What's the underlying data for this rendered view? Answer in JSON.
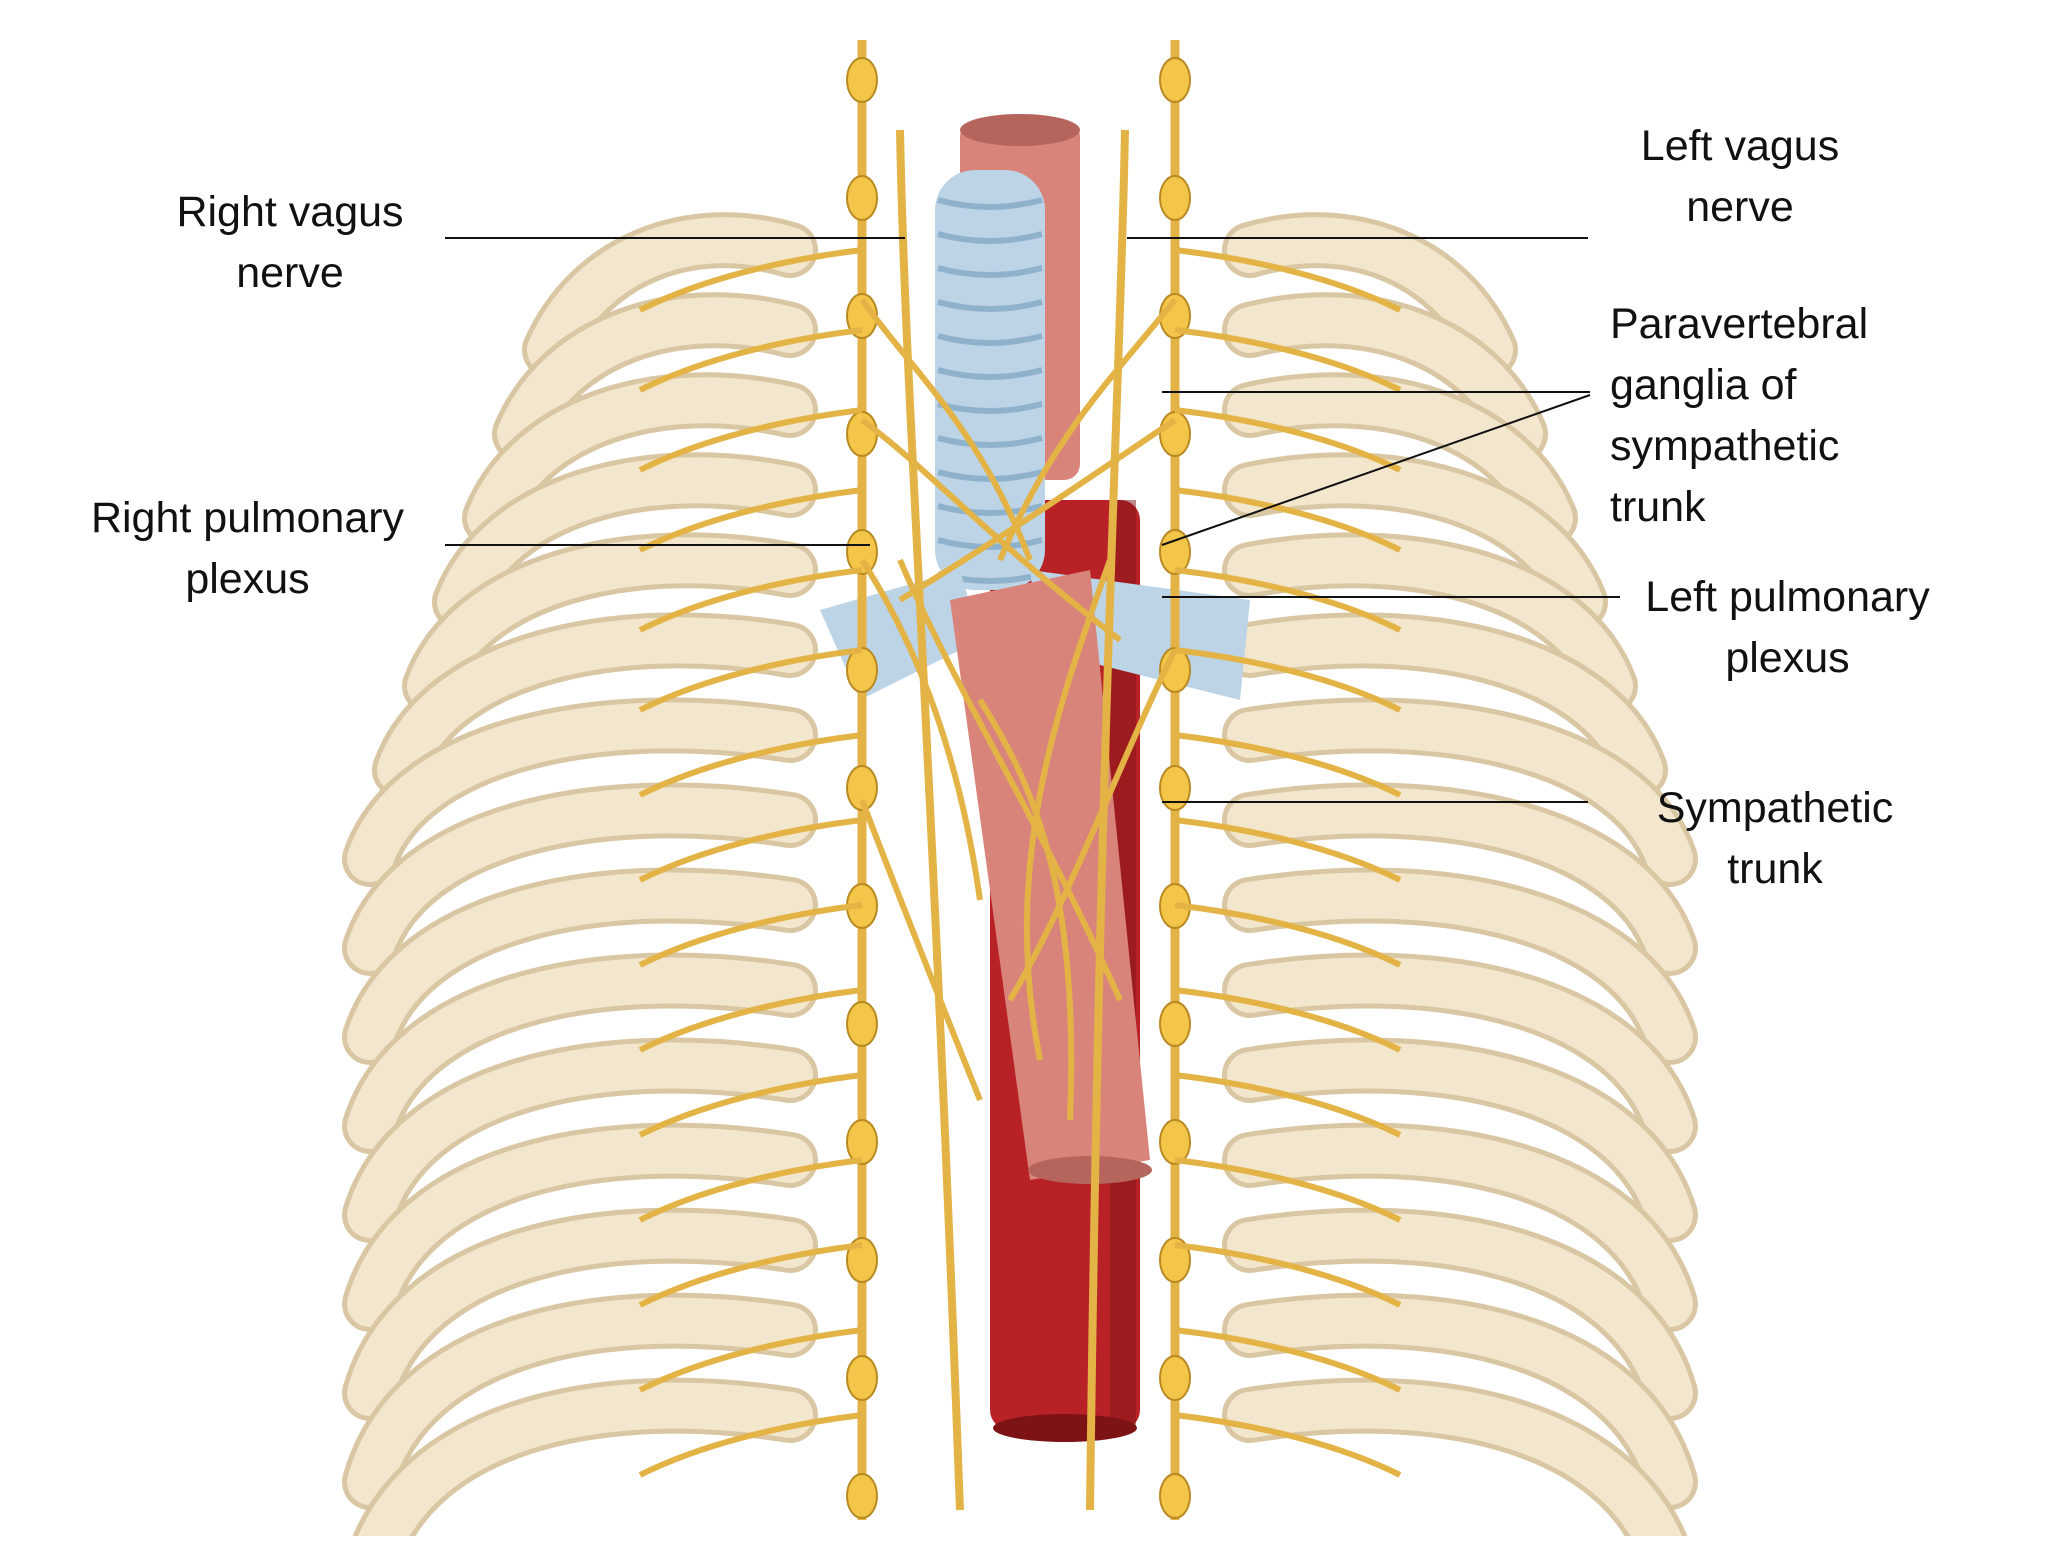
{
  "labels": {
    "right_vagus": [
      "Right vagus",
      "nerve"
    ],
    "left_vagus": [
      "Left vagus",
      "nerve"
    ],
    "paravertebral": [
      "Paravertebral",
      "ganglia of",
      "sympathetic",
      "trunk"
    ],
    "right_pulmonary": [
      "Right pulmonary",
      "plexus"
    ],
    "left_pulmonary": [
      "Left pulmonary",
      "plexus"
    ],
    "sympathetic_trunk": [
      "Sympathetic",
      "trunk"
    ]
  },
  "colors": {
    "rib": "#f2e6cc",
    "rib_shadow": "#d9c7a3",
    "nerve": "#e3b345",
    "nerve_dark": "#b98a22",
    "ganglion": "#f3c548",
    "trachea": "#bcd4e6",
    "trachea_ring": "#8fb2cc",
    "aorta": "#b82227",
    "aorta_dark": "#7e1316",
    "esophagus": "#d9847a",
    "esophagus_dark": "#b5655b",
    "leader_line": "#111111"
  }
}
